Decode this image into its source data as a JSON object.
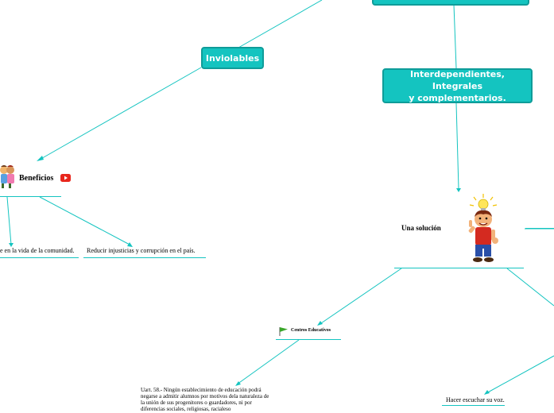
{
  "colors": {
    "accent": "#14c4c0",
    "accent_border": "#0f9c99",
    "line": "#14c4c0",
    "youtube_red": "#e8261c",
    "flag_green": "#3aa62a"
  },
  "nodes": {
    "inviolables": "Inviolables",
    "interdependientes_line1": "Interdependientes, Integrales",
    "interdependientes_line2": "y complementarios.",
    "beneficios": "Beneficios",
    "beneficio_participacion": "e en la vida de la comunidad.",
    "beneficio_injusticias": "Reducir injusticias y corrupción en el país.",
    "una_solucion": "Una solución",
    "centros_educativos": "Centros Educativos",
    "hacer_escuchar": "Hacer escuchar su voz.",
    "art58_lines": [
      "Uart. 58.- Ningún establecimiento de educación podrá",
      "negarse a admitir alumnos por motivos dela naturaleza de",
      "la unión de sus progenitores o guardadores, ni por",
      "diferencias sociales, religiosas, racialeso"
    ]
  },
  "icons": {
    "children": "children-group-icon",
    "youtube": "youtube-icon",
    "idea_man": "idea-man-illustration",
    "flag": "green-flag-icon"
  }
}
